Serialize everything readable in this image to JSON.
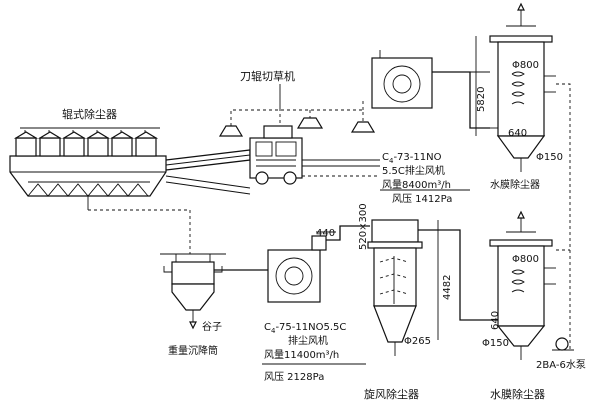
{
  "labels": {
    "roller_collector": "辊式除尘器",
    "cutter": "刀辊切草机",
    "grain": "谷子",
    "settling": "重量沉降筒",
    "cyclone": "旋风除尘器",
    "water_film_1": "水膜除尘器",
    "water_film_2": "水膜除尘器",
    "pump": "2BA-6水泵"
  },
  "fan1": {
    "model_a": "C",
    "model_sub": "4",
    "model_b": "-73-11NO",
    "line2": "5.5C排尘风机",
    "line3": "风量8400m³/h",
    "line4": "风压 1412Pa"
  },
  "fan2": {
    "model_a": "C",
    "model_sub": "4",
    "model_b": "-75-11NO5.5C",
    "line2": "排尘风机",
    "line3": "风量11400m³/h",
    "line4": "风压  2128Pa"
  },
  "dims": {
    "d5820": "5820",
    "d640a": "640",
    "phi800a": "Φ800",
    "phi150a": "Φ150",
    "d440": "440",
    "d520": "520×300",
    "d4482": "4482",
    "phi265": "Φ265",
    "phi800b": "Φ800",
    "d640b": "640",
    "phi150b": "Φ150"
  }
}
